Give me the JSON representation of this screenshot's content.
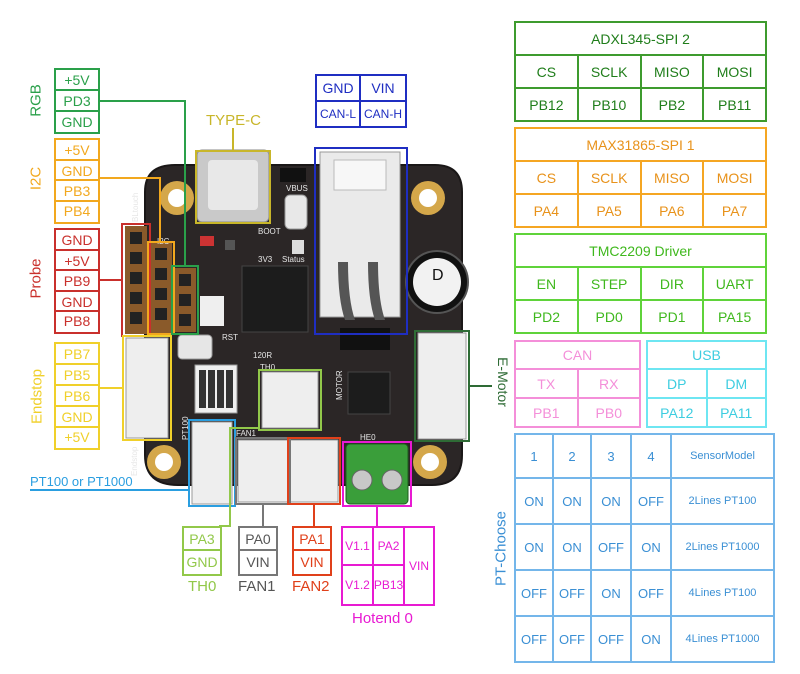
{
  "colors": {
    "rgb": "#2aa04a",
    "i2c": "#f2a81e",
    "probe": "#c9302c",
    "endstop": "#f0d02a",
    "typec": "#c8b62a",
    "can": "#1f2ec2",
    "th0": "#92c84a",
    "fan1": "#777777",
    "fan2": "#e0401a",
    "hotend": "#e81ad2",
    "pt100": "#2a9ee0",
    "emotor": "#2e6b35",
    "board": "#2b2626"
  },
  "rgb": {
    "title": "RGB",
    "pins": [
      "+5V",
      "PD3",
      "GND"
    ]
  },
  "i2c": {
    "title": "I2C",
    "pins": [
      "+5V",
      "GND",
      "PB3",
      "PB4"
    ]
  },
  "probe": {
    "title": "Probe",
    "pins": [
      "GND",
      "+5V",
      "PB9",
      "GND",
      "PB8"
    ]
  },
  "endstop": {
    "title": "Endstop",
    "pins": [
      "PB7",
      "PB5",
      "PB6",
      "GND",
      "+5V"
    ]
  },
  "typec": {
    "title": "TYPE-C"
  },
  "can_conn": {
    "gnd": "GND",
    "vin": "VIN",
    "canl": "CAN-L",
    "canh": "CAN-H"
  },
  "emotor": {
    "title": "E-Motor"
  },
  "pt100_label": "PT100 or PT1000",
  "th0": {
    "title": "TH0",
    "pins": [
      "PA3",
      "GND"
    ]
  },
  "fan1": {
    "title": "FAN1",
    "pins": [
      "PA0",
      "VIN"
    ]
  },
  "fan2": {
    "title": "FAN2",
    "pins": [
      "PA1",
      "VIN"
    ]
  },
  "hotend": {
    "title": "Hotend 0",
    "pins": [
      "V1.1",
      "PA2",
      "V1.2",
      "PB13",
      "VIN"
    ]
  },
  "silkscreen": {
    "bltouch": "BLtouch",
    "i2c": "I2C",
    "vbus": "VBUS",
    "boot": "BOOT",
    "v33": "3V3",
    "status": "Status",
    "rst": "RST",
    "r120": "120R",
    "th0": "TH0",
    "fan1": "FAN1",
    "pt100": "PT100",
    "endstop": "Endstop",
    "he0": "HE0",
    "motor": "MOTOR",
    "cap": "D"
  },
  "adxl": {
    "title": "ADXL345-SPI 2",
    "headers": [
      "CS",
      "SCLK",
      "MISO",
      "MOSI"
    ],
    "pins": [
      "PB12",
      "PB10",
      "PB2",
      "PB11"
    ]
  },
  "max": {
    "title": "MAX31865-SPI 1",
    "headers": [
      "CS",
      "SCLK",
      "MISO",
      "MOSI"
    ],
    "pins": [
      "PA4",
      "PA5",
      "PA6",
      "PA7"
    ]
  },
  "tmc": {
    "title": "TMC2209 Driver",
    "headers": [
      "EN",
      "STEP",
      "DIR",
      "UART"
    ],
    "pins": [
      "PD2",
      "PD0",
      "PD1",
      "PA15"
    ]
  },
  "can": {
    "title": "CAN",
    "headers": [
      "TX",
      "RX"
    ],
    "pins": [
      "PB1",
      "PB0"
    ]
  },
  "usb": {
    "title": "USB",
    "headers": [
      "DP",
      "DM"
    ],
    "pins": [
      "PA12",
      "PA11"
    ]
  },
  "pt": {
    "title": "PT-Choose",
    "headers": [
      "1",
      "2",
      "3",
      "4",
      "SensorModel"
    ],
    "rows": [
      [
        "ON",
        "ON",
        "ON",
        "OFF",
        "2Lines PT100"
      ],
      [
        "ON",
        "ON",
        "OFF",
        "ON",
        "2Lines PT1000"
      ],
      [
        "OFF",
        "OFF",
        "ON",
        "OFF",
        "4Lines PT100"
      ],
      [
        "OFF",
        "OFF",
        "OFF",
        "ON",
        "4Lines PT1000"
      ]
    ]
  }
}
